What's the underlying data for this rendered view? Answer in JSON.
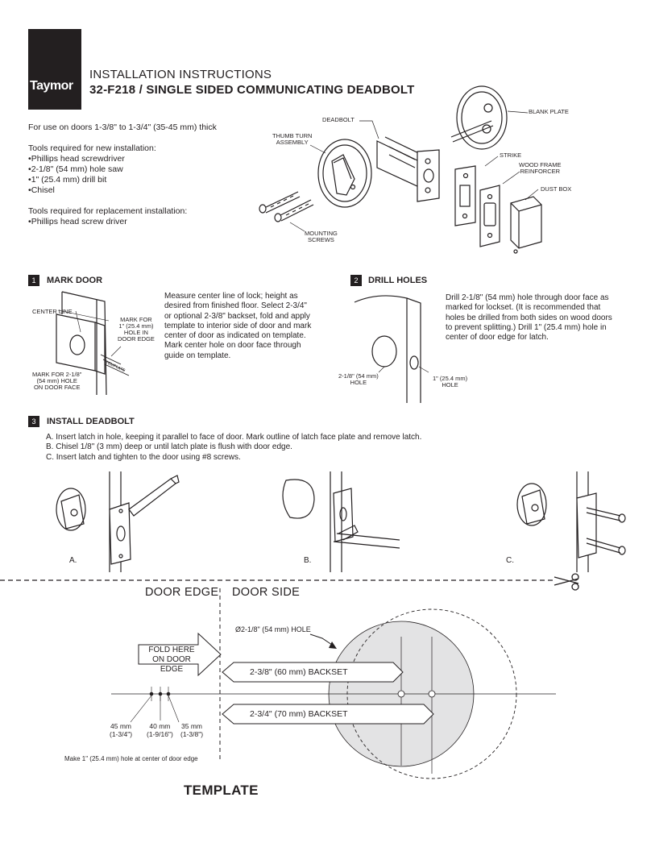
{
  "header": {
    "brand": "Taymor",
    "registered": "®",
    "title": "INSTALLATION INSTRUCTIONS",
    "subtitle": "32-F218 / SINGLE SIDED COMMUNICATING DEADBOLT"
  },
  "intro": {
    "doors": "For use on doors 1-3/8\" to 1-3/4\" (35-45 mm) thick",
    "new_heading": "Tools required for new installation:",
    "new_tools": [
      "Phillips head screwdriver",
      "2-1/8\" (54 mm) hole saw",
      "1\" (25.4 mm) drill bit",
      "Chisel"
    ],
    "replace_heading": "Tools required for replacement installation:",
    "replace_tools": [
      "Phillips head screw driver"
    ]
  },
  "parts": {
    "deadbolt": "DEADBOLT",
    "thumb_turn_1": "THUMB TURN",
    "thumb_turn_2": "ASSEMBLY",
    "blank_plate": "BLANK PLATE",
    "strike": "STRIKE",
    "wood_frame_1": "WOOD FRAME",
    "wood_frame_2": "REINFORCER",
    "dust_box": "DUST BOX",
    "mounting_1": "MOUNTING",
    "mounting_2": "SCREWS"
  },
  "steps": {
    "s1": {
      "num": "1",
      "title": "MARK DOOR",
      "lines": [
        "Measure center line of lock; height as",
        "desired from finished floor. Select 2-3/4\"",
        "or optional 2-3/8\" backset, fold and apply",
        "template to interior side of door and mark",
        "center of door as indicated on template.",
        "Mark center hole on door face through",
        "guide on template."
      ],
      "center_line": "CENTER LINE",
      "mark_for": [
        "MARK FOR",
        "1\" (25.4 mm)",
        "HOLE IN",
        "DOOR EDGE"
      ],
      "mark_face": [
        "MARK FOR 2-1/8\"",
        "(54 mm) HOLE",
        "ON DOOR FACE"
      ],
      "template_word": "TEMPLATE"
    },
    "s2": {
      "num": "2",
      "title": "DRILL HOLES",
      "lines": [
        "Drill 2-1/8\" (54 mm) hole through door face as",
        "marked for lockset. (It is recommended that",
        "holes be drilled from both sides on wood doors",
        "to prevent splitting.) Drill 1\" (25.4 mm) hole in",
        "center of door edge for latch."
      ],
      "hole_big": [
        "2-1/8\" (54 mm)",
        "HOLE"
      ],
      "hole_small": [
        "1\" (25.4 mm)",
        "HOLE"
      ]
    },
    "s3": {
      "num": "3",
      "title": "INSTALL DEADBOLT",
      "lines": [
        "A. Insert latch in hole, keeping it parallel to face of door. Mark outline of latch face plate and remove latch.",
        "B. Chisel 1/8\" (3 mm) deep or until latch plate is flush with door edge.",
        "C. Insert latch and tighten to the door using #8 screws."
      ],
      "fig_a": "A.",
      "fig_b": "B.",
      "fig_c": "C."
    }
  },
  "template": {
    "door_edge": "DOOR EDGE",
    "door_side": "DOOR SIDE",
    "hole_label": "Ø2-1/8\" (54 mm) HOLE",
    "fold_1": "FOLD HERE",
    "fold_2": "ON DOOR EDGE",
    "backset_60": "2-3/8\" (60 mm) BACKSET",
    "backset_70": "2-3/4\" (70 mm) BACKSET",
    "d45_1": "45 mm",
    "d45_2": "(1-3/4\")",
    "d40_1": "40 mm",
    "d40_2": "(1-9/16\")",
    "d35_1": "35 mm",
    "d35_2": "(1-3/8\")",
    "edge_note": "Make 1\" (25.4 mm) hole at center of door edge",
    "title": "TEMPLATE"
  },
  "colors": {
    "ink": "#231f20",
    "hole_fill": "#e3e3e4"
  },
  "icons": {
    "scissors": "scissors-icon"
  }
}
